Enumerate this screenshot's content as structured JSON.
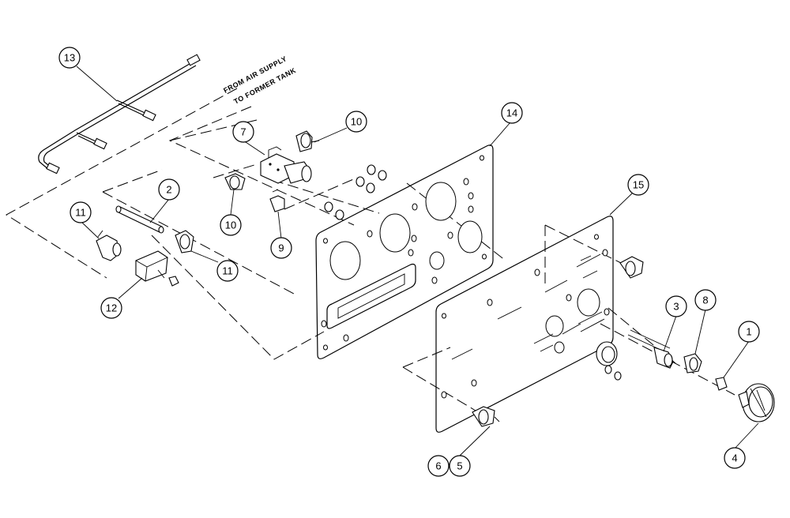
{
  "notes": {
    "from_air_supply": "FROM AIR SUPPLY",
    "to_former_tank": "TO FORMER TANK"
  },
  "callouts": [
    {
      "id": "c1",
      "label": "1"
    },
    {
      "id": "c2",
      "label": "2"
    },
    {
      "id": "c3",
      "label": "3"
    },
    {
      "id": "c4",
      "label": "4"
    },
    {
      "id": "c5",
      "label": "5"
    },
    {
      "id": "c6",
      "label": "6"
    },
    {
      "id": "c7",
      "label": "7"
    },
    {
      "id": "c8",
      "label": "8"
    },
    {
      "id": "c9",
      "label": "9"
    },
    {
      "id": "c10a",
      "label": "10"
    },
    {
      "id": "c10b",
      "label": "10"
    },
    {
      "id": "c11a",
      "label": "11"
    },
    {
      "id": "c11b",
      "label": "11"
    },
    {
      "id": "c12",
      "label": "12"
    },
    {
      "id": "c13",
      "label": "13"
    },
    {
      "id": "c14",
      "label": "14"
    },
    {
      "id": "c15",
      "label": "15"
    }
  ]
}
